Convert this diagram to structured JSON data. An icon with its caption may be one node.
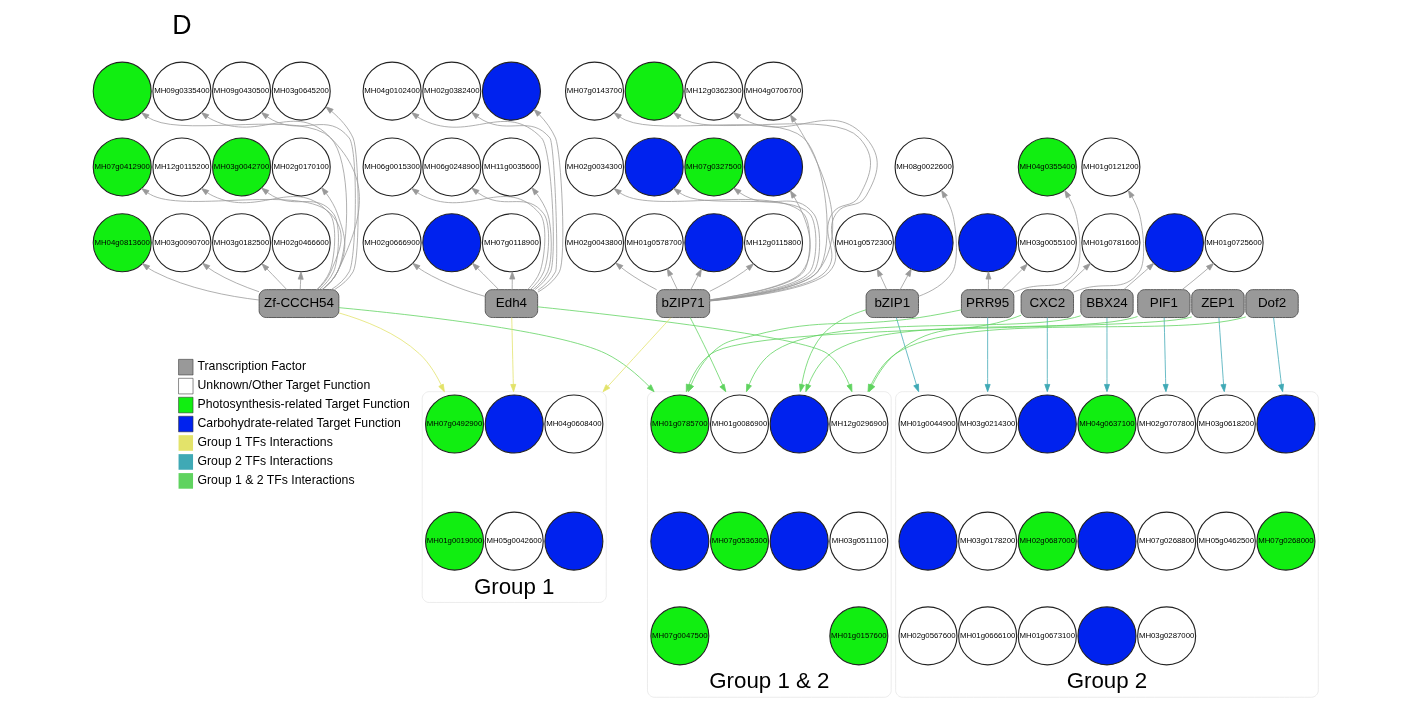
{
  "diagram": {
    "nodes": [
      {
        "text": [
          "Zf-CCCH54"
        ]
      },
      {
        "text": [
          "Edh4"
        ]
      },
      {
        "text": [
          "bZIP71"
        ]
      },
      {
        "text": [
          "bZIP1"
        ]
      },
      {
        "text": [
          "PRR95"
        ]
      },
      {
        "text": [
          "CXC2"
        ]
      },
      {
        "text": [
          "BBX24"
        ]
      },
      {
        "text": [
          "PIF1"
        ]
      },
      {
        "text": [
          "ZEP1"
        ]
      },
      {
        "text": [
          "Dof2"
        ]
      },
      {
        "text": [
          "MH03g0090700"
        ]
      },
      {
        "text": [
          "MH03g0182500"
        ]
      },
      {
        "text": [
          "MH02g0466600"
        ]
      },
      {
        "text": [
          "MH04g0813600"
        ]
      },
      {
        "text": [
          "MH12g0115200"
        ]
      },
      {
        "text": [
          "MH03g0042700"
        ]
      },
      {
        "text": [
          "MH02g0170100"
        ]
      },
      {
        "text": [
          "MH07g0412900"
        ]
      },
      {
        "text": [
          "MH09g0335400"
        ]
      },
      {
        "text": [
          "MH09g0430500"
        ]
      },
      {
        "text": [
          "MH03g0645200"
        ]
      },
      {
        "text": [],
        "shape": "circle"
      },
      {
        "text": [
          "MH02g0666900"
        ]
      },
      {
        "text": [],
        "shape": "circle"
      },
      {
        "text": [
          "MH07g0118900"
        ]
      },
      {
        "text": [
          "MH06g0015300"
        ]
      },
      {
        "text": [
          "MH06g0248900"
        ]
      },
      {
        "text": [
          "MH11g0035600"
        ]
      },
      {
        "text": [
          "MH04g0102400"
        ]
      },
      {
        "text": [
          "MH02g0382400"
        ]
      },
      {
        "text": [],
        "shape": "circle"
      },
      {
        "text": [
          "MH12g0115800"
        ]
      },
      {
        "text": [
          "MH02g0043800"
        ]
      },
      {
        "text": [
          "MH01g0578700"
        ]
      },
      {
        "text": [],
        "shape": "circle"
      },
      {
        "text": [],
        "shape": "circle"
      },
      {
        "text": [
          "MH02g0034300"
        ]
      },
      {
        "text": [],
        "shape": "circle"
      },
      {
        "text": [
          "MH07g0327500"
        ]
      },
      {
        "text": [
          "MH04g0706700"
        ]
      },
      {
        "text": [
          "MH07g0143700"
        ]
      },
      {
        "text": [],
        "shape": "circle"
      },
      {
        "text": [
          "MH12g0362300"
        ]
      },
      {
        "text": [],
        "shape": "circle"
      },
      {
        "text": [
          "MH01g0572300"
        ]
      },
      {
        "text": [
          "MH08g0022600"
        ]
      },
      {
        "text": [
          "MH03g0055100"
        ]
      },
      {
        "text": [],
        "shape": "circle"
      },
      {
        "text": [
          "MH04g0355400"
        ]
      },
      {
        "text": [
          "MH01g0781600"
        ]
      },
      {
        "text": [
          "MH01g0121200"
        ]
      },
      {
        "text": [],
        "shape": "circle"
      },
      {
        "text": [
          "MH01g0725600"
        ]
      },
      {
        "text": [
          "Group 1"
        ]
      },
      {
        "text": [
          "MH07g0492900"
        ],
        "in": 53
      },
      {
        "text": [],
        "shape": "circle",
        "in": 53
      },
      {
        "text": [
          "MH04g0608400"
        ],
        "in": 53
      },
      {
        "text": [
          "MH01g0019000"
        ],
        "in": 53
      },
      {
        "text": [
          "MH05g0042600"
        ],
        "in": 53
      },
      {
        "text": [],
        "shape": "circle",
        "in": 53
      },
      {
        "text": [
          "Group 1 & 2"
        ]
      },
      {
        "text": [
          "MH01g0785700"
        ],
        "in": 60
      },
      {
        "text": [
          "MH12g0296900"
        ],
        "in": 60
      },
      {
        "text": [
          "MH01g0086900"
        ],
        "in": 60
      },
      {
        "text": [],
        "shape": "circle",
        "in": 60
      },
      {
        "text": [],
        "shape": "circle",
        "in": 60
      },
      {
        "text": [
          "MH03g0511100"
        ],
        "in": 60
      },
      {
        "text": [
          "MH07g0536300"
        ],
        "in": 60
      },
      {
        "text": [],
        "shape": "circle",
        "in": 60
      },
      {
        "text": [
          "MH07g0047500"
        ],
        "in": 60
      },
      {
        "text": [
          "MH01g0157600"
        ],
        "in": 60
      },
      {
        "text": [
          "Group 2"
        ]
      },
      {
        "text": [
          "MH01g0044900"
        ],
        "in": 71
      },
      {
        "text": [
          "MH03g0214300"
        ],
        "in": 71
      },
      {
        "text": [],
        "shape": "circle",
        "in": 71
      },
      {
        "text": [
          "MH04g0637100"
        ],
        "in": 71
      },
      {
        "text": [
          "MH02g0707800"
        ],
        "in": 71
      },
      {
        "text": [
          "MH03g0618200"
        ],
        "in": 71
      },
      {
        "text": [],
        "shape": "circle",
        "in": 71
      },
      {
        "text": [],
        "shape": "circle",
        "in": 71
      },
      {
        "text": [
          "MH03g0178200"
        ],
        "in": 71
      },
      {
        "text": [
          "MH02g0687000"
        ],
        "in": 71
      },
      {
        "text": [],
        "shape": "circle",
        "in": 71
      },
      {
        "text": [
          "MH07g0268800"
        ],
        "in": 71
      },
      {
        "text": [
          "MH05g0462500"
        ],
        "in": 71
      },
      {
        "text": [
          "MH07g0268000"
        ],
        "in": 71
      },
      {
        "text": [
          "MH02g0567600"
        ],
        "in": 71
      },
      {
        "text": [
          "MH01g0666100"
        ],
        "in": 71
      },
      {
        "text": [
          "MH01g0673100"
        ],
        "in": 71
      },
      {
        "text": [],
        "shape": "circle",
        "in": 71
      },
      {
        "text": [
          "MH03g0287000"
        ],
        "in": 71
      }
    ],
    "edges": [
      {
        "from": 0,
        "to": 10,
        "arrow": "to"
      },
      {
        "from": 0,
        "to": 11,
        "arrow": "to"
      },
      {
        "from": 0,
        "to": 12,
        "arrow": "to"
      },
      {
        "from": 0,
        "to": 13,
        "arrow": "to"
      },
      {
        "from": 0,
        "to": 14,
        "arrow": "to"
      },
      {
        "from": 0,
        "to": 15,
        "arrow": "to"
      },
      {
        "from": 0,
        "to": 16,
        "arrow": "to"
      },
      {
        "from": 0,
        "to": 17,
        "arrow": "to"
      },
      {
        "from": 0,
        "to": 18,
        "arrow": "to"
      },
      {
        "from": 0,
        "to": 19,
        "arrow": "to"
      },
      {
        "from": 0,
        "to": 20,
        "arrow": "to"
      },
      {
        "from": 0,
        "to": 21,
        "arrow": "to"
      },
      {
        "from": 1,
        "to": 22,
        "arrow": "to"
      },
      {
        "from": 1,
        "to": 23,
        "arrow": "to"
      },
      {
        "from": 1,
        "to": 24,
        "arrow": "to"
      },
      {
        "from": 1,
        "to": 25,
        "arrow": "to"
      },
      {
        "from": 1,
        "to": 26,
        "arrow": "to"
      },
      {
        "from": 1,
        "to": 27,
        "arrow": "to"
      },
      {
        "from": 1,
        "to": 28,
        "arrow": "to"
      },
      {
        "from": 1,
        "to": 29,
        "arrow": "to"
      },
      {
        "from": 1,
        "to": 30,
        "arrow": "to"
      },
      {
        "from": 2,
        "to": 31,
        "arrow": "to"
      },
      {
        "from": 2,
        "to": 32,
        "arrow": "to"
      },
      {
        "from": 2,
        "to": 33,
        "arrow": "to"
      },
      {
        "from": 2,
        "to": 34,
        "arrow": "to"
      },
      {
        "from": 2,
        "to": 35,
        "arrow": "to"
      },
      {
        "from": 2,
        "to": 36,
        "arrow": "to"
      },
      {
        "from": 2,
        "to": 37,
        "arrow": "to"
      },
      {
        "from": 2,
        "to": 38,
        "arrow": "to"
      },
      {
        "from": 2,
        "to": 39,
        "arrow": "to"
      },
      {
        "from": 2,
        "to": 40,
        "arrow": "to"
      },
      {
        "from": 2,
        "to": 41,
        "arrow": "to"
      },
      {
        "from": 2,
        "to": 42,
        "arrow": "to"
      },
      {
        "from": 3,
        "to": 43,
        "arrow": "to"
      },
      {
        "from": 3,
        "to": 44,
        "arrow": "to"
      },
      {
        "from": 3,
        "to": 45,
        "arrow": "to"
      },
      {
        "from": 4,
        "to": 46,
        "arrow": "to"
      },
      {
        "from": 4,
        "to": 47,
        "arrow": "to"
      },
      {
        "from": 4,
        "to": 48,
        "arrow": "to"
      },
      {
        "from": 5,
        "to": 49,
        "arrow": "to"
      },
      {
        "from": 5,
        "to": 50,
        "arrow": "to"
      },
      {
        "from": 6,
        "to": 51,
        "arrow": "to"
      },
      {
        "from": 7,
        "to": 52,
        "arrow": "to"
      },
      {
        "from": 0,
        "to": 53,
        "arrow": "to",
        "color": "#e3e36a"
      },
      {
        "from": 1,
        "to": 53,
        "arrow": "to",
        "color": "#e3e36a"
      },
      {
        "from": 2,
        "to": 53,
        "arrow": "to",
        "color": "#e3e36a"
      },
      {
        "from": 0,
        "to": 60,
        "arrow": "to",
        "color": "#5fd35f"
      },
      {
        "from": 1,
        "to": 60,
        "arrow": "to",
        "color": "#5fd35f"
      },
      {
        "from": 2,
        "to": 60,
        "arrow": "to",
        "color": "#5fd35f"
      },
      {
        "from": 3,
        "to": 60,
        "arrow": "to",
        "color": "#5fd35f"
      },
      {
        "from": 4,
        "to": 60,
        "arrow": "to",
        "color": "#5fd35f"
      },
      {
        "from": 5,
        "to": 60,
        "arrow": "to",
        "color": "#5fd35f"
      },
      {
        "from": 6,
        "to": 60,
        "arrow": "to",
        "color": "#5fd35f"
      },
      {
        "from": 7,
        "to": 60,
        "arrow": "to",
        "color": "#5fd35f"
      },
      {
        "from": 8,
        "to": 60,
        "arrow": "to",
        "color": "#5fd35f"
      },
      {
        "from": 9,
        "to": 60,
        "arrow": "to",
        "color": "#5fd35f"
      },
      {
        "from": 3,
        "to": 71,
        "arrow": "to",
        "color": "#3fa9b5"
      },
      {
        "from": 4,
        "to": 71,
        "arrow": "to",
        "color": "#3fa9b5"
      },
      {
        "from": 5,
        "to": 71,
        "arrow": "to",
        "color": "#3fa9b5"
      },
      {
        "from": 6,
        "to": 71,
        "arrow": "to",
        "color": "#3fa9b5"
      },
      {
        "from": 7,
        "to": 71,
        "arrow": "to",
        "color": "#3fa9b5"
      },
      {
        "from": 8,
        "to": 71,
        "arrow": "to",
        "color": "#3fa9b5"
      },
      {
        "from": 9,
        "to": 71,
        "arrow": "to",
        "color": "#3fa9b5"
      }
    ],
    "labels": [
      "D"
    ],
    "legend": [
      {
        "text": "Transcription Factor",
        "color": "#999999"
      },
      {
        "text": "Unknown/Other Target Function",
        "color": "#ffffff"
      },
      {
        "text": "Photosynthesis-related Target Function",
        "color": "#11ee11"
      },
      {
        "text": "Carbohydrate-related Target Function",
        "color": "#0022ee"
      },
      {
        "text": "Group 1 TFs Interactions"
      },
      {
        "text": "Group 2 TFs Interactions"
      },
      {
        "text": "Group 1 & 2 TFs Interactions"
      }
    ]
  }
}
